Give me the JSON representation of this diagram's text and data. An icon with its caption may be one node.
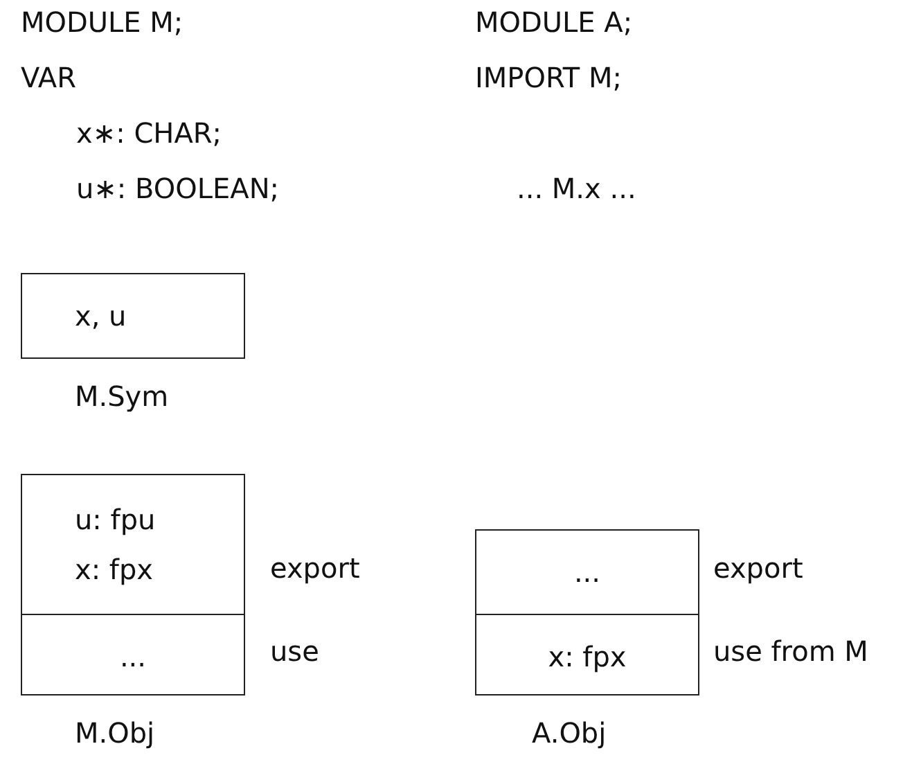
{
  "diagram": {
    "nodes": [
      {
        "text": [
          "x, u"
        ],
        "beside": [
          "M.Sym"
        ]
      },
      {
        "text": [
          "M.Obj"
        ]
      },
      {
        "text": [
          "u: fpu",
          "x: fpx"
        ],
        "in": 1
      },
      {
        "text": [
          "..."
        ],
        "in": 1
      },
      {
        "text": [
          "A.Obj"
        ]
      },
      {
        "text": [
          "..."
        ],
        "in": 4
      },
      {
        "text": [
          "x: fpx"
        ],
        "in": 4
      }
    ],
    "labels": [
      "MODULE M;",
      "MODULE A;",
      "VAR",
      "IMPORT M;",
      "x∗: CHAR;",
      "u∗: BOOLEAN;",
      "... M.x ...",
      "export",
      "export",
      "use",
      "use from M"
    ]
  }
}
